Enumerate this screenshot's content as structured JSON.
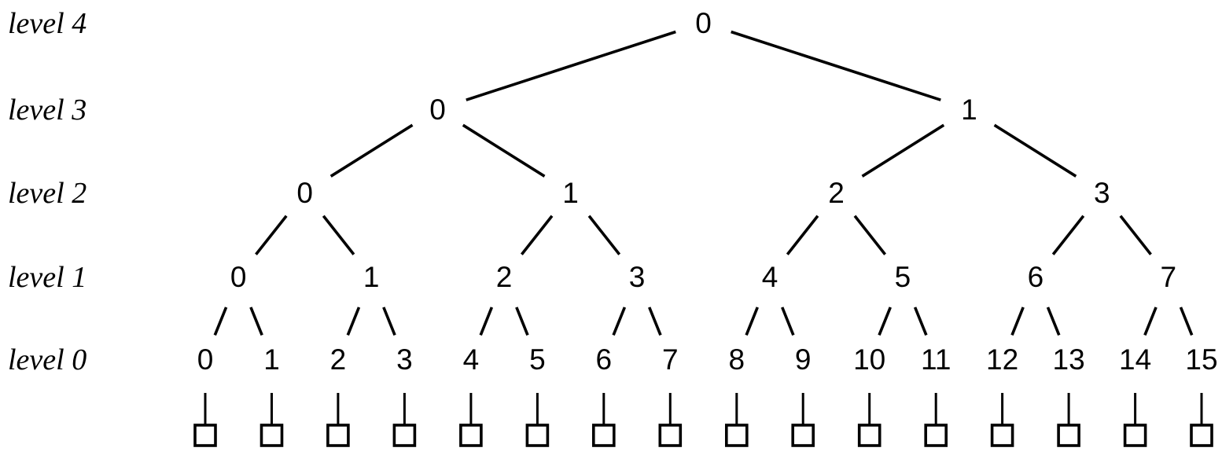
{
  "background": "#ffffff",
  "ink": "#000000",
  "diagram": {
    "type": "binary-tree",
    "levels": [
      {
        "label": "level 4",
        "nodes": [
          "0"
        ]
      },
      {
        "label": "level 3",
        "nodes": [
          "0",
          "1"
        ]
      },
      {
        "label": "level 2",
        "nodes": [
          "0",
          "1",
          "2",
          "3"
        ]
      },
      {
        "label": "level 1",
        "nodes": [
          "0",
          "1",
          "2",
          "3",
          "4",
          "5",
          "6",
          "7"
        ]
      },
      {
        "label": "level 0",
        "nodes": [
          "0",
          "1",
          "2",
          "3",
          "4",
          "5",
          "6",
          "7",
          "8",
          "9",
          "10",
          "11",
          "12",
          "13",
          "14",
          "15"
        ]
      }
    ],
    "leaf_squares": 16
  }
}
